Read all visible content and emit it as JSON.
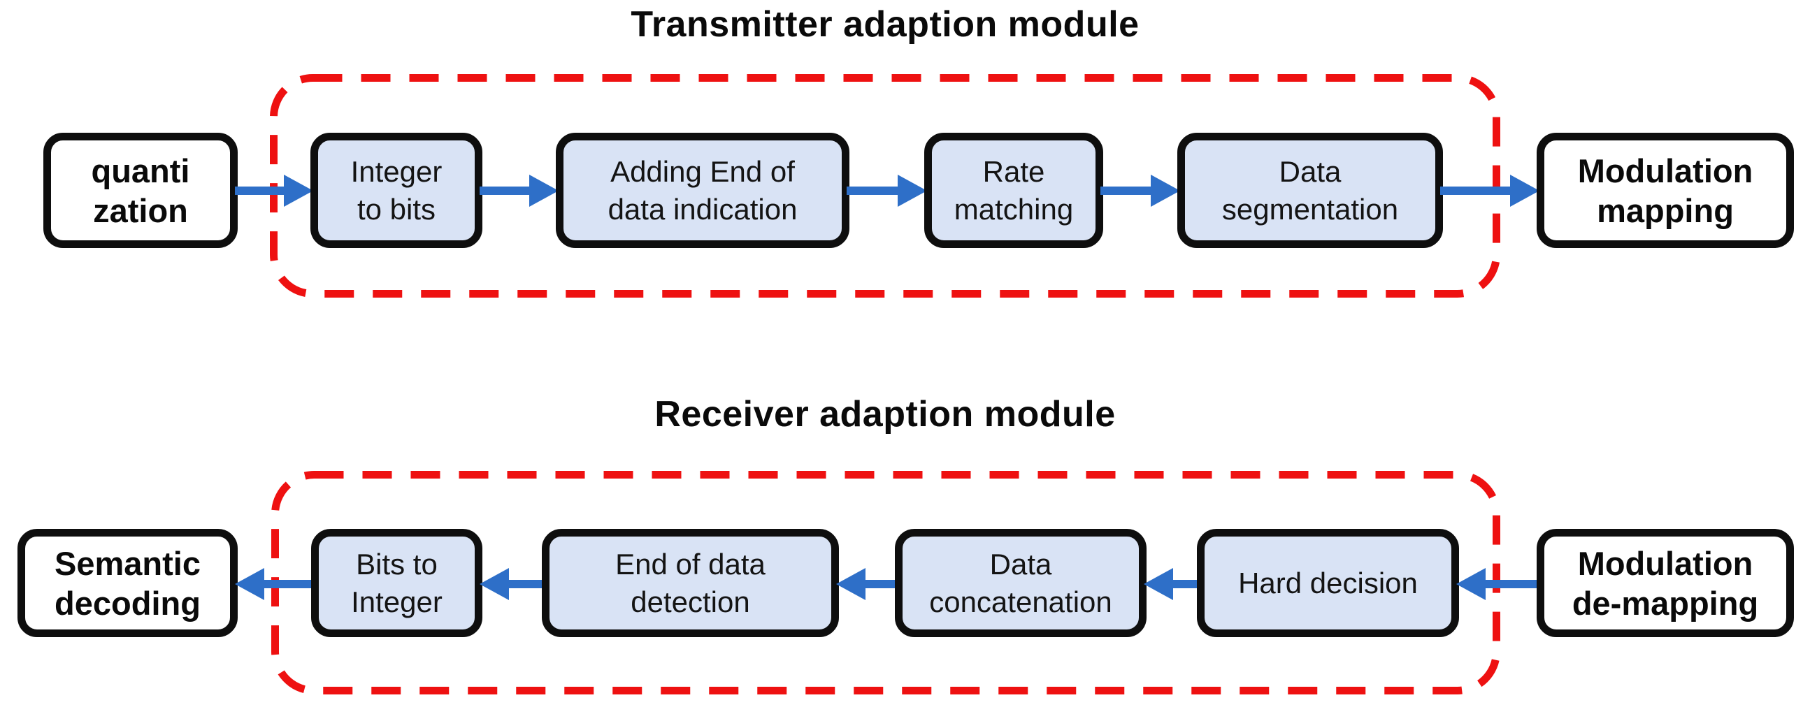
{
  "diagram": {
    "transmitter": {
      "title": "Transmitter adaption module",
      "flow": "left-to-right",
      "nodes": [
        {
          "label": "quanti\nzation",
          "kind": "external"
        },
        {
          "label": "Integer\nto bits",
          "kind": "internal"
        },
        {
          "label": "Adding End of\ndata indication",
          "kind": "internal"
        },
        {
          "label": "Rate\nmatching",
          "kind": "internal"
        },
        {
          "label": "Data\nsegmentation",
          "kind": "internal"
        },
        {
          "label": "Modulation\nmapping",
          "kind": "external"
        }
      ]
    },
    "receiver": {
      "title": "Receiver adaption module",
      "flow": "right-to-left",
      "nodes": [
        {
          "label": "Semantic\ndecoding",
          "kind": "external"
        },
        {
          "label": "Bits to\nInteger",
          "kind": "internal"
        },
        {
          "label": "End of data\ndetection",
          "kind": "internal"
        },
        {
          "label": "Data\nconcatenation",
          "kind": "internal"
        },
        {
          "label": "Hard decision",
          "kind": "internal"
        },
        {
          "label": "Modulation\nde-mapping",
          "kind": "external"
        }
      ]
    },
    "colors": {
      "internal_box_fill": "#d9e3f5",
      "external_box_fill": "#ffffff",
      "box_border": "#0e0e0e",
      "arrow": "#2e6fc8",
      "module_dashed_outline": "#ee1111",
      "title_text": "#0a0a0a"
    }
  }
}
